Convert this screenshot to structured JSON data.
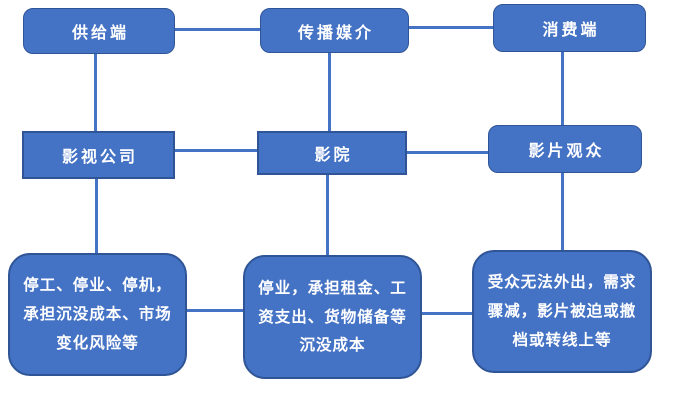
{
  "diagram": {
    "title_implicit": "电影产业链受疫情影响示意图",
    "colors": {
      "fill": "#4472C4",
      "border": "#2F5597",
      "line": "#4472C4",
      "text": "#FFFFFF"
    },
    "nodes": {
      "supply": {
        "label": "供给端",
        "row": "top"
      },
      "media": {
        "label": "传播媒介",
        "row": "top"
      },
      "consumer": {
        "label": "消费端",
        "row": "top"
      },
      "film_company": {
        "label": "影视公司",
        "row": "middle"
      },
      "cinema": {
        "label": "影院",
        "row": "middle"
      },
      "audience": {
        "label": "影片观众",
        "row": "middle"
      },
      "company_impact": {
        "label": "停工、停业、停机，承担沉没成本、市场变化风险等",
        "row": "bottom"
      },
      "cinema_impact": {
        "label": "停业，承担租金、工资支出、货物储备等沉没成本",
        "row": "bottom"
      },
      "audience_impact": {
        "label": "受众无法外出，需求骤减，影片被迫或撤档或转线上等",
        "row": "bottom"
      }
    },
    "connections": [
      "供给端—传播媒介",
      "传播媒介—消费端",
      "供给端—影视公司",
      "传播媒介—影院",
      "消费端—影片观众",
      "影视公司—影院",
      "影院—影片观众",
      "影视公司—停工停业停机",
      "影院—停业承担租金",
      "影片观众—受众无法外出",
      "停工停业停机—停业承担租金",
      "停业承担租金—受众无法外出"
    ]
  }
}
